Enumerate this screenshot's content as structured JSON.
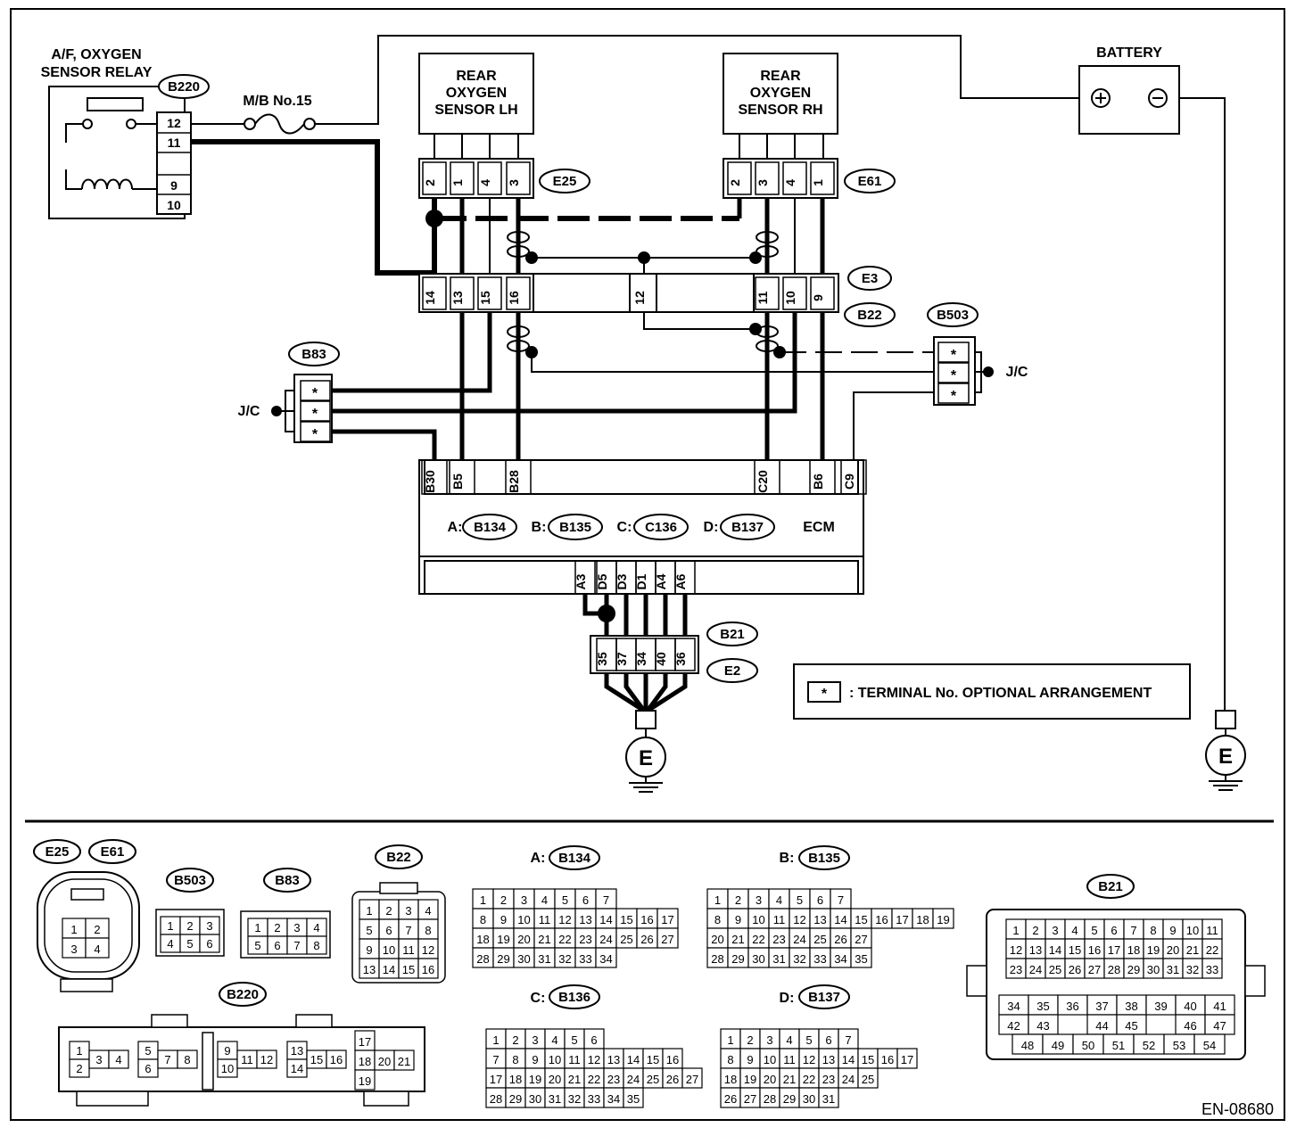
{
  "diagram_code": "EN-08680",
  "components": {
    "relay": {
      "title_line1": "A/F, OXYGEN",
      "title_line2": "SENSOR RELAY",
      "connector": "B220",
      "pins": [
        "12",
        "11",
        "",
        "9",
        "10"
      ]
    },
    "fuse": {
      "label": "M/B No.15"
    },
    "battery": {
      "label": "BATTERY"
    },
    "sensor_lh": {
      "line1": "REAR",
      "line2": "OXYGEN",
      "line3": "SENSOR LH",
      "connector": "E25",
      "pins": [
        "2",
        "1",
        "4",
        "3"
      ]
    },
    "sensor_rh": {
      "line1": "REAR",
      "line2": "OXYGEN",
      "line3": "SENSOR RH",
      "connector": "E61",
      "pins": [
        "2",
        "3",
        "4",
        "1"
      ]
    },
    "joint_connector": {
      "conn_top": "E3",
      "conn_bottom": "B22",
      "pins_left": [
        "14",
        "13",
        "15",
        "16"
      ],
      "pin_mid": "12",
      "pins_right": [
        "11",
        "10",
        "9"
      ]
    },
    "jc_left": {
      "connector": "B83",
      "label": "J/C",
      "pins": [
        "*",
        "*",
        "*"
      ]
    },
    "jc_right": {
      "connector": "B503",
      "label": "J/C",
      "pins": [
        "*",
        "*",
        "*"
      ]
    },
    "ecm": {
      "label": "ECM",
      "top_pins": [
        "B30",
        "B5",
        "B28",
        "C20",
        "B6",
        "C9"
      ],
      "bottom_pins": [
        "A3",
        "D5",
        "D3",
        "D1",
        "A4",
        "A6"
      ],
      "refs": [
        {
          "prefix": "A:",
          "code": "B134"
        },
        {
          "prefix": "B:",
          "code": "B135"
        },
        {
          "prefix": "C:",
          "code": "C136"
        },
        {
          "prefix": "D:",
          "code": "B137"
        }
      ]
    },
    "ground_conn": {
      "conn_top": "B21",
      "conn_bottom": "E2",
      "pins": [
        "35",
        "37",
        "34",
        "40",
        "36"
      ]
    },
    "ground_symbol": "E",
    "legend": {
      "star": "*",
      "text": ": TERMINAL No. OPTIONAL ARRANGEMENT"
    }
  },
  "connector_faces": {
    "e25_e61": {
      "labels": [
        "E25",
        "E61"
      ],
      "rows": [
        [
          "1",
          "2"
        ],
        [
          "3",
          "4"
        ]
      ]
    },
    "b503": {
      "label": "B503",
      "rows": [
        [
          "1",
          "2",
          "3"
        ],
        [
          "4",
          "5",
          "6"
        ]
      ]
    },
    "b83": {
      "label": "B83",
      "rows": [
        [
          "1",
          "2",
          "3",
          "4"
        ],
        [
          "5",
          "6",
          "7",
          "8"
        ]
      ]
    },
    "b22": {
      "label": "B22",
      "rows": [
        [
          "1",
          "2",
          "3",
          "4"
        ],
        [
          "5",
          "6",
          "7",
          "8"
        ],
        [
          "9",
          "10",
          "11",
          "12"
        ],
        [
          "13",
          "14",
          "15",
          "16"
        ]
      ]
    },
    "b134": {
      "prefix": "A:",
      "label": "B134",
      "rows": [
        [
          "1",
          "2",
          "3",
          "4",
          "5",
          "6",
          "7"
        ],
        [
          "8",
          "9",
          "10",
          "11",
          "12",
          "13",
          "14",
          "15",
          "16",
          "17"
        ],
        [
          "18",
          "19",
          "20",
          "21",
          "22",
          "23",
          "24",
          "25",
          "26",
          "27"
        ],
        [
          "28",
          "29",
          "30",
          "31",
          "32",
          "33",
          "34"
        ]
      ]
    },
    "b135": {
      "prefix": "B:",
      "label": "B135",
      "rows": [
        [
          "1",
          "2",
          "3",
          "4",
          "5",
          "6",
          "7"
        ],
        [
          "8",
          "9",
          "10",
          "11",
          "12",
          "13",
          "14",
          "15",
          "16",
          "17",
          "18",
          "19"
        ],
        [
          "20",
          "21",
          "22",
          "23",
          "24",
          "25",
          "26",
          "27"
        ],
        [
          "28",
          "29",
          "30",
          "31",
          "32",
          "33",
          "34",
          "35"
        ]
      ]
    },
    "b136": {
      "prefix": "C:",
      "label": "B136",
      "rows": [
        [
          "1",
          "2",
          "3",
          "4",
          "5",
          "6"
        ],
        [
          "7",
          "8",
          "9",
          "10",
          "11",
          "12",
          "13",
          "14",
          "15",
          "16"
        ],
        [
          "17",
          "18",
          "19",
          "20",
          "21",
          "22",
          "23",
          "24",
          "25",
          "26",
          "27"
        ],
        [
          "28",
          "29",
          "30",
          "31",
          "32",
          "33",
          "34",
          "35"
        ]
      ]
    },
    "b137": {
      "prefix": "D:",
      "label": "B137",
      "rows": [
        [
          "1",
          "2",
          "3",
          "4",
          "5",
          "6",
          "7"
        ],
        [
          "8",
          "9",
          "10",
          "11",
          "12",
          "13",
          "14",
          "15",
          "16",
          "17"
        ],
        [
          "18",
          "19",
          "20",
          "21",
          "22",
          "23",
          "24",
          "25"
        ],
        [
          "26",
          "27",
          "28",
          "29",
          "30",
          "31"
        ]
      ]
    },
    "b21": {
      "label": "B21",
      "rows": [
        [
          "1",
          "2",
          "3",
          "4",
          "5",
          "6",
          "7",
          "8",
          "9",
          "10",
          "11"
        ],
        [
          "12",
          "13",
          "14",
          "15",
          "16",
          "17",
          "18",
          "19",
          "20",
          "21",
          "22"
        ],
        [
          "23",
          "24",
          "25",
          "26",
          "27",
          "28",
          "29",
          "30",
          "31",
          "32",
          "33"
        ],
        [
          "34",
          "35",
          "36",
          "37",
          "38",
          "39",
          "40",
          "41"
        ],
        [
          "42",
          "43",
          "44",
          "45",
          "46",
          "47"
        ],
        [
          "48",
          "49",
          "50",
          "51",
          "52",
          "53",
          "54"
        ]
      ]
    },
    "b220": {
      "label": "B220",
      "pins": [
        "1",
        "2",
        "3",
        "4",
        "5",
        "6",
        "7",
        "8",
        "9",
        "10",
        "11",
        "12",
        "13",
        "14",
        "15",
        "16",
        "17",
        "18",
        "20",
        "21",
        "19"
      ]
    }
  }
}
